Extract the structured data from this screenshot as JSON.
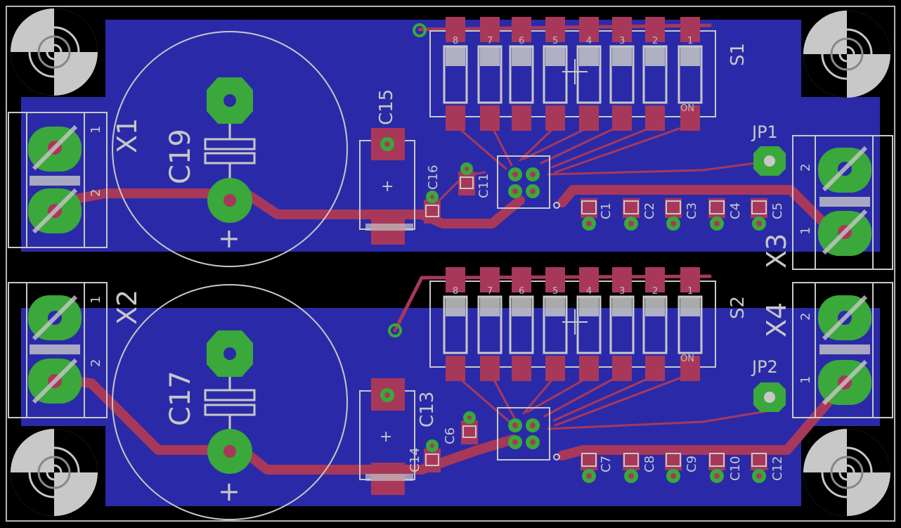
{
  "board": {
    "colors": {
      "background": "#000000",
      "outline": "#b4b4b4",
      "pour": "#2a2aa8",
      "trace": "#a8385a",
      "smd_pad": "#a8385a",
      "via_ring": "#3aa83a",
      "via_hole": "#a8385a",
      "silk": "#c8c8c8",
      "hole_drill": "#000000"
    }
  },
  "labels": {
    "x1": "X1",
    "x2": "X2",
    "x3": "X3",
    "x4": "X4",
    "c19": "C19",
    "c17": "C17",
    "c15": "C15",
    "c13": "C13",
    "c16": "C16",
    "c11": "C11",
    "c14": "C14",
    "c6": "C6",
    "c1": "C1",
    "c2": "C2",
    "c3": "C3",
    "c4": "C4",
    "c5": "C5",
    "c7": "C7",
    "c8": "C8",
    "c9": "C9",
    "c10": "C10",
    "c12": "C12",
    "s1": "S1",
    "s2": "S2",
    "jp1": "JP1",
    "jp2": "JP2",
    "pin1": "1",
    "pin2": "2",
    "on": "ON",
    "plus": "+"
  },
  "dip_numbers": [
    "8",
    "7",
    "6",
    "5",
    "4",
    "3",
    "2",
    "1"
  ]
}
